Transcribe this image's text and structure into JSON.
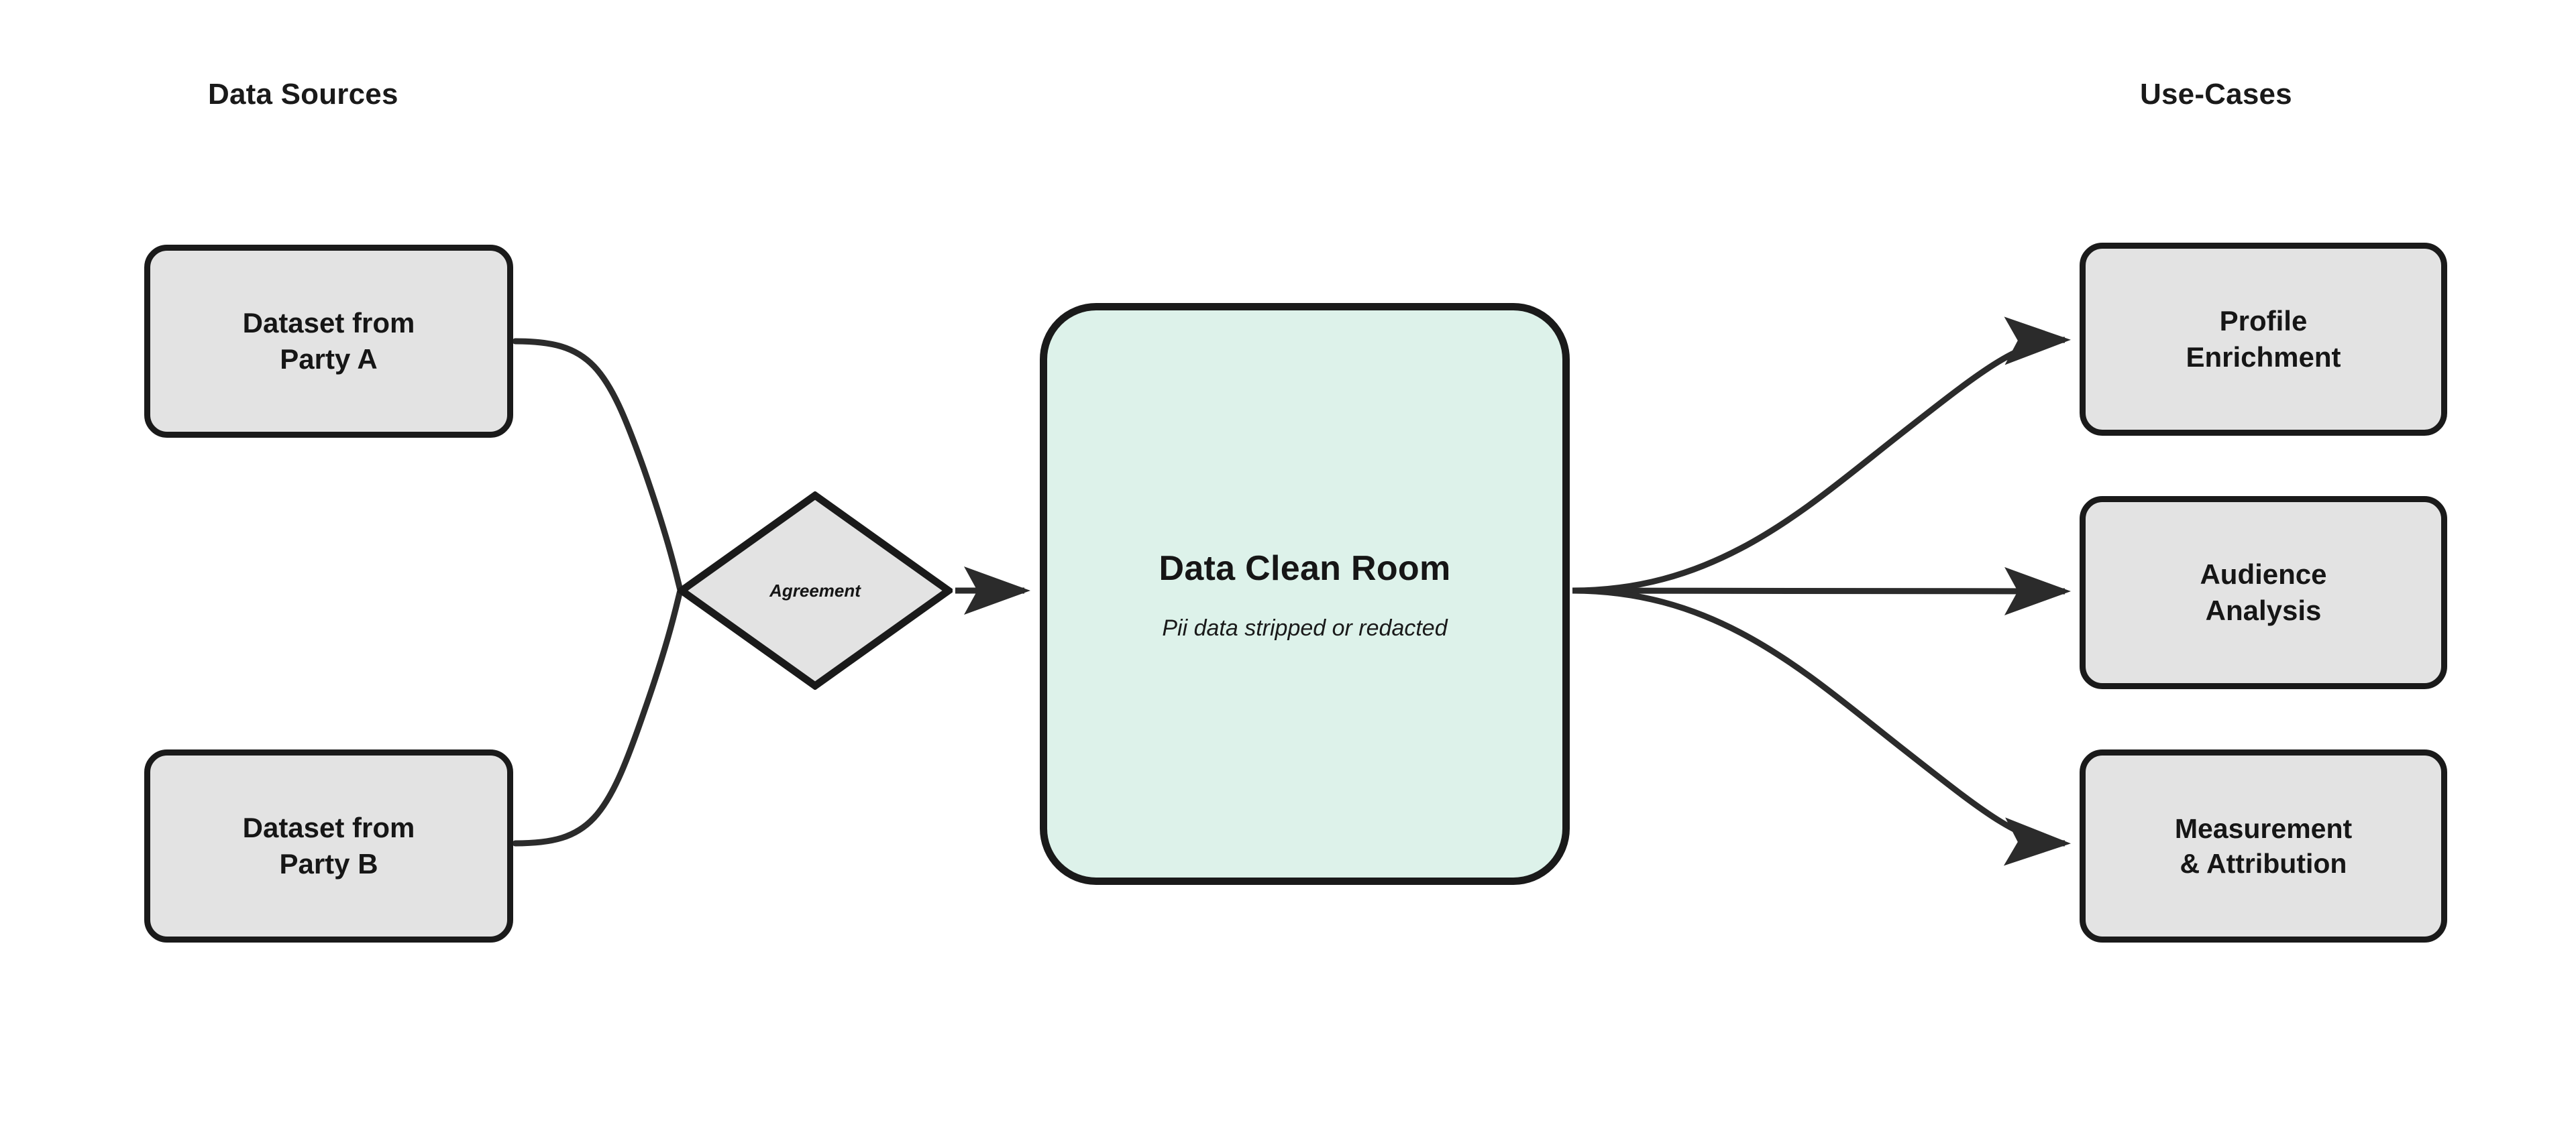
{
  "diagram": {
    "title_left": "Data Sources",
    "title_right": "Use-Cases",
    "background": "#ffffff",
    "colors": {
      "node_fill": "#e3e3e3",
      "node_stroke": "#1a1a1a",
      "cleanroom_fill": "#ddf2ea",
      "cleanroom_stroke": "#1a1a1a",
      "edge": "#2b2b2b",
      "text": "#161616"
    },
    "nodes": {
      "dataset_a": {
        "label": "Dataset from\nParty A"
      },
      "dataset_b": {
        "label": "Dataset from\nParty B"
      },
      "agreement": {
        "label": "Agreement",
        "shape": "diamond"
      },
      "clean_room": {
        "label": "Data Clean Room",
        "sublabel": "Pii data stripped or redacted",
        "shape": "rounded-rect"
      },
      "profile_enrichment": {
        "label": "Profile\nEnrichment"
      },
      "audience_analysis": {
        "label": "Audience\nAnalysis"
      },
      "measurement_attribution": {
        "label": "Measurement\n& Attribution"
      }
    },
    "edges": [
      {
        "from": "dataset_a",
        "to": "agreement",
        "style": "curve",
        "arrow": false
      },
      {
        "from": "dataset_b",
        "to": "agreement",
        "style": "curve",
        "arrow": false
      },
      {
        "from": "agreement",
        "to": "clean_room",
        "style": "straight",
        "arrow": true
      },
      {
        "from": "clean_room",
        "to": "profile_enrichment",
        "style": "curve",
        "arrow": true
      },
      {
        "from": "clean_room",
        "to": "audience_analysis",
        "style": "straight",
        "arrow": true
      },
      {
        "from": "clean_room",
        "to": "measurement_attribution",
        "style": "curve",
        "arrow": true
      }
    ]
  }
}
